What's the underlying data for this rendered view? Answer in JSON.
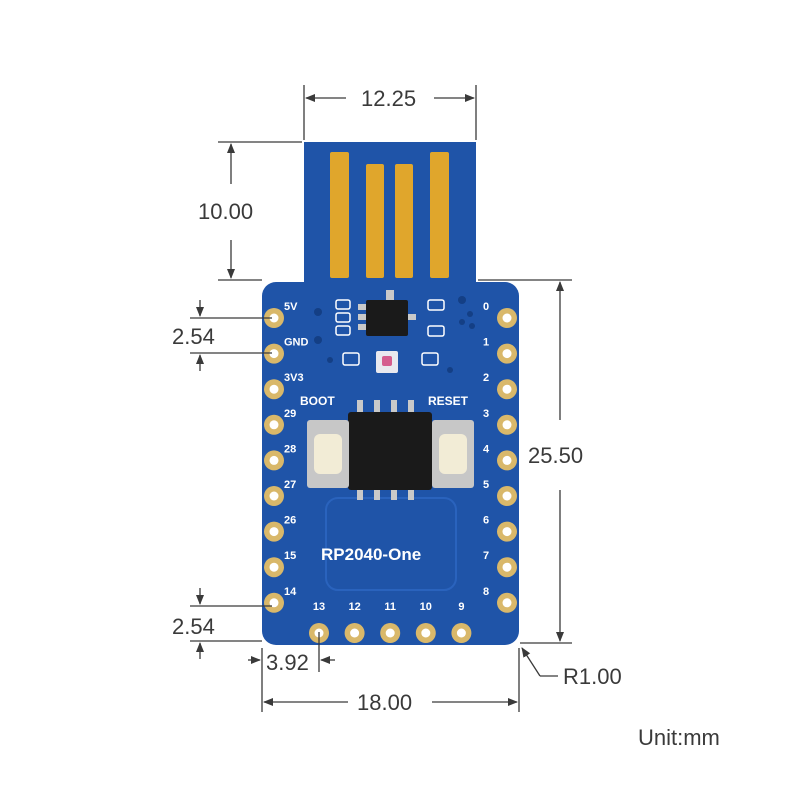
{
  "board": {
    "name": "RP2040-One",
    "boot_label": "BOOT",
    "reset_label": "RESET",
    "left_pins": [
      "5V",
      "GND",
      "3V3",
      "29",
      "28",
      "27",
      "26",
      "15",
      "14"
    ],
    "right_pins": [
      "0",
      "1",
      "2",
      "3",
      "4",
      "5",
      "6",
      "7",
      "8"
    ],
    "bottom_pins": [
      "13",
      "12",
      "11",
      "10",
      "9"
    ]
  },
  "dimensions": {
    "usb_width": "12.25",
    "usb_length": "10.00",
    "board_length": "25.50",
    "pin_pitch_top": "2.54",
    "pin_pitch_bottom": "2.54",
    "bottom_offset": "3.92",
    "board_width": "18.00",
    "corner_radius": "R1.00"
  },
  "unit_label": "Unit:mm",
  "colors": {
    "pcb": "#1f54a8",
    "pcb_dark": "#143f85",
    "gold": "#e0a62c",
    "pad": "#d9b86a",
    "line": "#3a3a3a"
  }
}
